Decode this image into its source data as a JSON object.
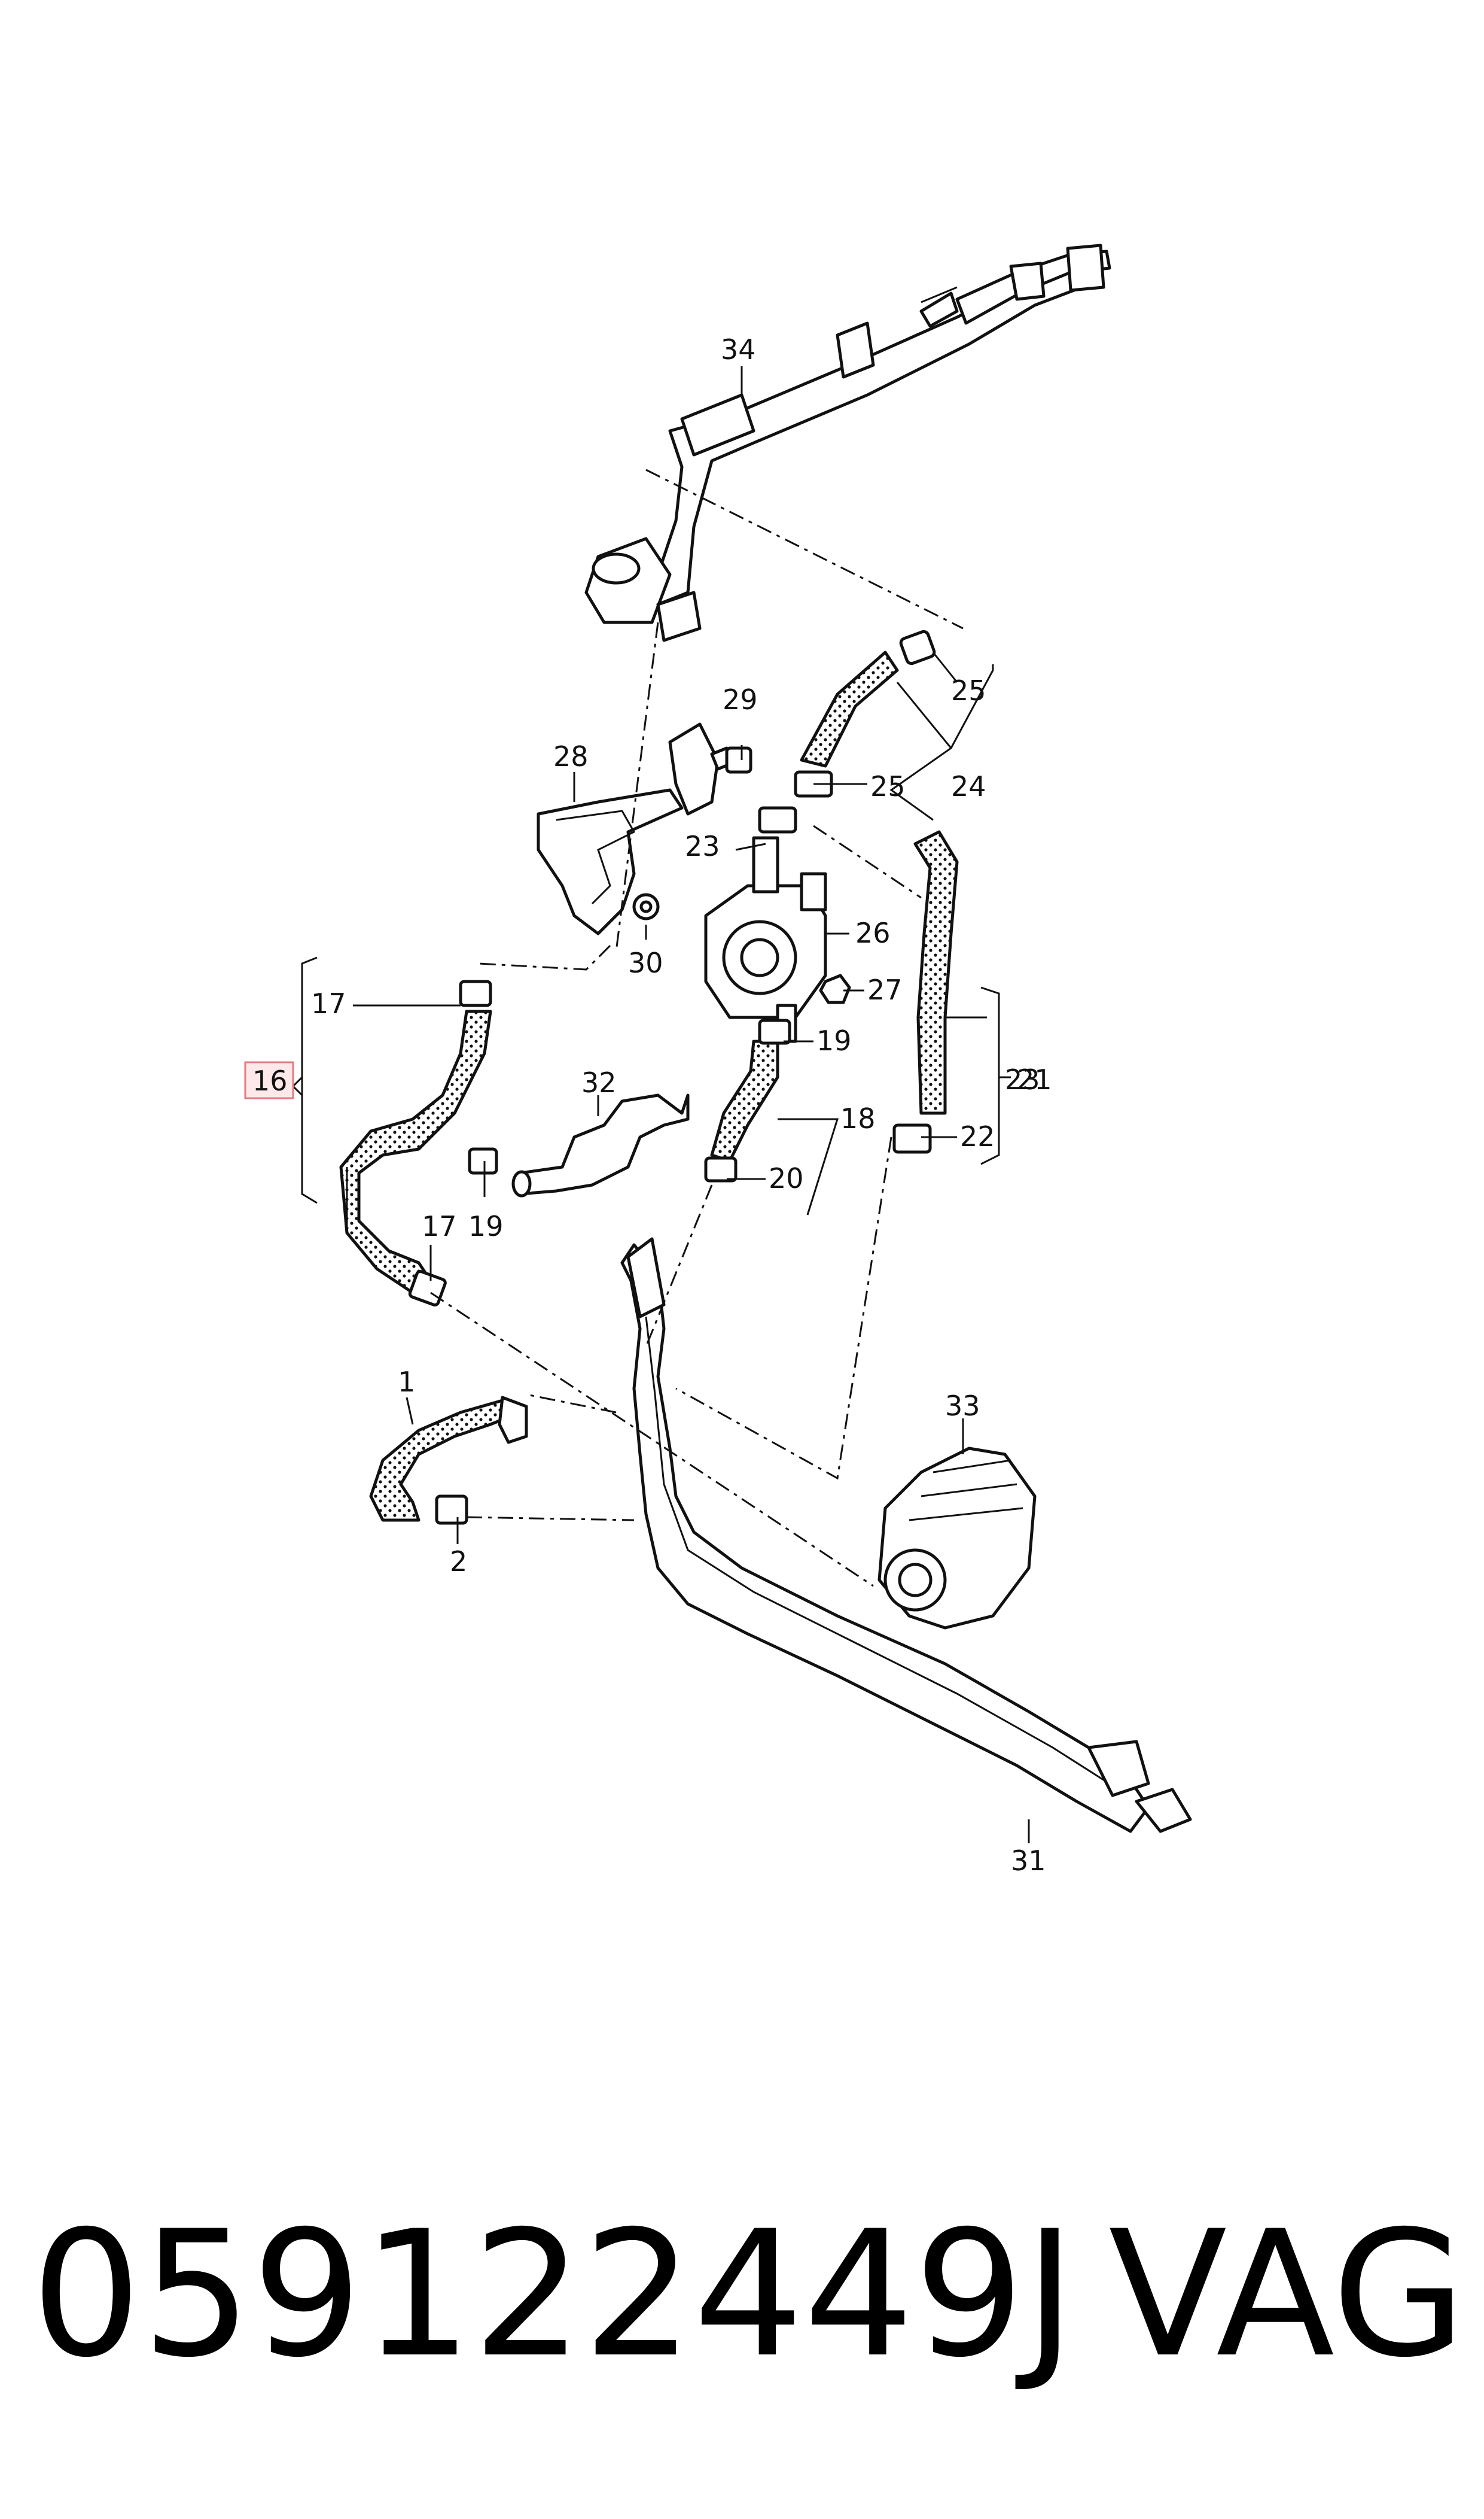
{
  "diagram": {
    "highlight_color": "#e37a82",
    "callouts": [
      {
        "id": "c34",
        "text": "34"
      },
      {
        "id": "c29",
        "text": "29"
      },
      {
        "id": "c28",
        "text": "28"
      },
      {
        "id": "c25a",
        "text": "25"
      },
      {
        "id": "c25b",
        "text": "25"
      },
      {
        "id": "c24",
        "text": "24"
      },
      {
        "id": "c23a",
        "text": "23"
      },
      {
        "id": "c26",
        "text": "26"
      },
      {
        "id": "c30",
        "text": "30"
      },
      {
        "id": "c27",
        "text": "27"
      },
      {
        "id": "c17a",
        "text": "17"
      },
      {
        "id": "c19a",
        "text": "19"
      },
      {
        "id": "c16",
        "text": "16"
      },
      {
        "id": "c32",
        "text": "32"
      },
      {
        "id": "c23b",
        "text": "23"
      },
      {
        "id": "c21",
        "text": "21"
      },
      {
        "id": "c18",
        "text": "18"
      },
      {
        "id": "c22",
        "text": "22"
      },
      {
        "id": "c20",
        "text": "20"
      },
      {
        "id": "c17b",
        "text": "17"
      },
      {
        "id": "c19b",
        "text": "19"
      },
      {
        "id": "c1",
        "text": "1"
      },
      {
        "id": "c33",
        "text": "33"
      },
      {
        "id": "c2",
        "text": "2"
      },
      {
        "id": "c31",
        "text": "31"
      }
    ]
  },
  "footer": {
    "part_number": "059122449J",
    "brand": "VAG"
  }
}
